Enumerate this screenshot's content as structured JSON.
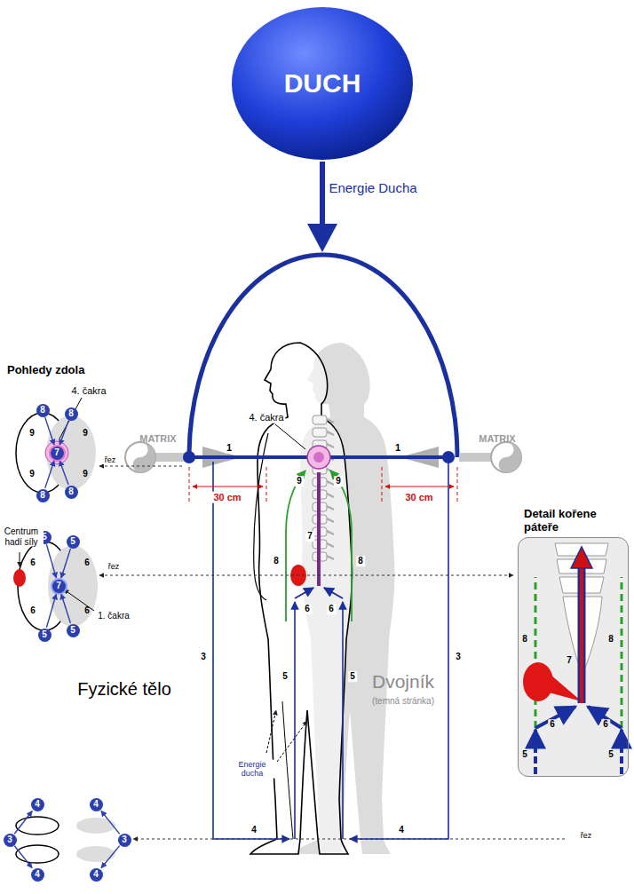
{
  "diagram": {
    "nodes": [
      {
        "text": [
          "DUCH"
        ]
      },
      {
        "text": [
          "Detail kořene páteře"
        ]
      },
      {
        "text": [
          "8"
        ]
      },
      {
        "text": [
          "8"
        ]
      },
      {
        "text": [
          "7"
        ]
      },
      {
        "text": [
          "8"
        ]
      },
      {
        "text": [
          "8"
        ]
      },
      {
        "text": [
          "5"
        ]
      },
      {
        "text": [
          "5"
        ]
      },
      {
        "text": [
          "7"
        ]
      },
      {
        "text": [
          "5"
        ]
      },
      {
        "text": [
          "5"
        ]
      },
      {
        "text": [
          "4"
        ]
      },
      {
        "text": [
          "4"
        ]
      },
      {
        "text": [
          "3"
        ]
      },
      {
        "text": [
          "3"
        ]
      },
      {
        "text": [
          "4"
        ]
      },
      {
        "text": [
          "4"
        ]
      }
    ],
    "edges": [
      {
        "from": 2,
        "to": 4,
        "arrow": "to"
      },
      {
        "from": 3,
        "to": 4,
        "arrow": "to"
      },
      {
        "from": 5,
        "to": 4,
        "arrow": "to"
      },
      {
        "from": 6,
        "to": 4,
        "arrow": "to"
      },
      {
        "from": 7,
        "to": 9,
        "arrow": "to"
      },
      {
        "from": 8,
        "to": 9,
        "arrow": "to"
      },
      {
        "from": 10,
        "to": 9,
        "arrow": "to"
      },
      {
        "from": 11,
        "to": 9,
        "arrow": "to"
      },
      {
        "from": 14,
        "to": 12,
        "arrow": "to"
      },
      {
        "from": 14,
        "to": 16,
        "arrow": "to"
      },
      {
        "from": 15,
        "to": 13,
        "arrow": "to"
      },
      {
        "from": 15,
        "to": 17,
        "arrow": "to"
      }
    ],
    "labels": [
      "Energie Ducha",
      "Pohledy zdola",
      "4. čakra",
      "MATRIX",
      "4. čakra",
      "MATRIX",
      "řez",
      "1",
      "1",
      "9",
      "9",
      "9",
      "9",
      "9",
      "9",
      "30 cm",
      "30 cm",
      "Centrum hadí síly",
      "8",
      "7",
      "8",
      "1. čakra",
      "řez",
      "6",
      "6",
      "6",
      "6",
      "6",
      "6",
      "3",
      "5",
      "5",
      "3",
      "Fyzické tělo",
      "Dvojník",
      "(temná stránka)",
      "Energie ducha",
      "4",
      "4",
      "řez",
      "8",
      "7",
      "8",
      "6",
      "6",
      "5",
      "5"
    ]
  }
}
